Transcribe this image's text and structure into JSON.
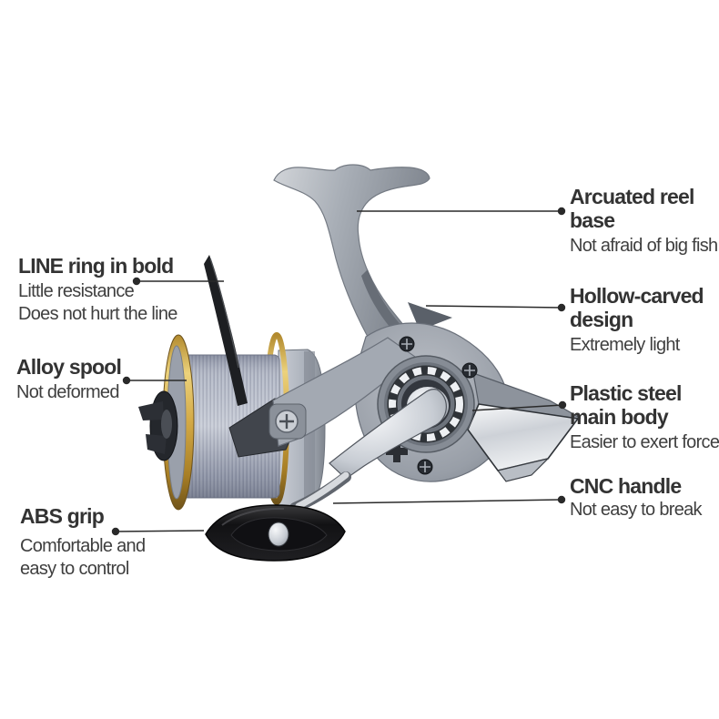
{
  "illustration": {
    "subject": "spinning-fishing-reel-photo",
    "parts": [
      "reel-foot",
      "stem",
      "rotor-bearing",
      "spool",
      "bail-wire",
      "handle-shaft",
      "grip",
      "body-tail"
    ]
  },
  "callouts": {
    "line_ring": {
      "title": "LINE ring in bold",
      "desc1": "Little resistance",
      "desc2": "Does not hurt the line"
    },
    "alloy_spool": {
      "title": "Alloy spool",
      "desc1": "Not deformed"
    },
    "abs_grip": {
      "title": "ABS grip",
      "desc1": "Comfortable and",
      "desc2": "easy to control"
    },
    "reel_base": {
      "title1": "Arcuated reel",
      "title2": "base",
      "desc1": "Not afraid of big fish"
    },
    "hollow_carved": {
      "title1": "Hollow-carved",
      "title2": "design",
      "desc1": "Extremely light"
    },
    "plastic_steel": {
      "title1": "Plastic steel",
      "title2": "main body",
      "desc1": "Easier to exert force"
    },
    "cnc_handle": {
      "title": "CNC handle",
      "desc1": "Not easy to break"
    }
  },
  "colors": {
    "background": "#ffffff",
    "heading_text": "#333333",
    "body_text": "#3f3f3f",
    "leader_line": "#2a2a2a",
    "metal_light": "#cdd0d4",
    "metal_mid": "#9fa5ad",
    "metal_dark": "#6a707a",
    "spool_gold": "#d3a945",
    "drum_silver": "#aeb4c2",
    "grip_black": "#161616",
    "chrome_white": "#f5f6f8"
  }
}
